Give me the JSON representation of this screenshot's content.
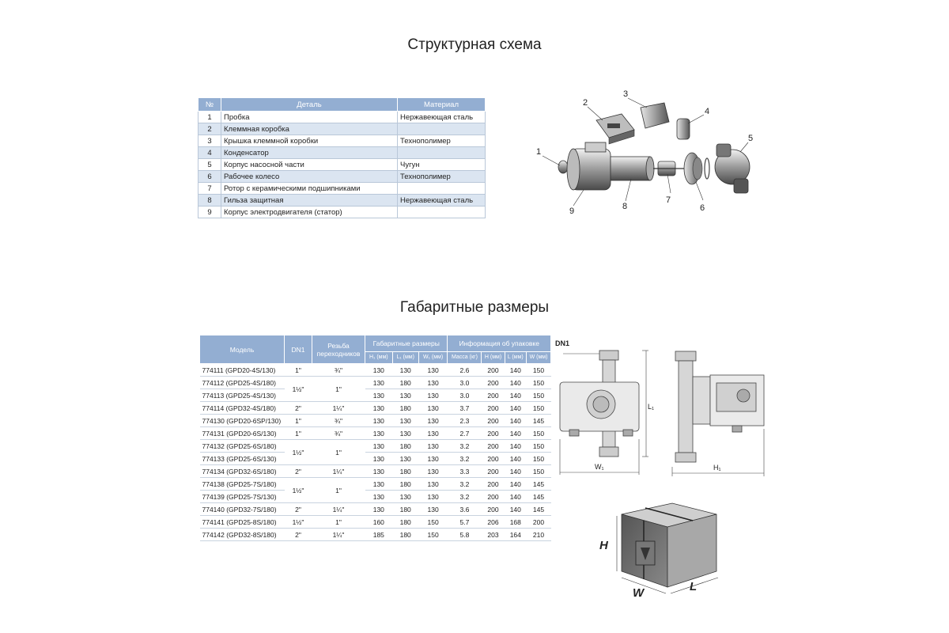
{
  "titles": {
    "structure": "Структурная схема",
    "dimensions": "Габаритные размеры"
  },
  "parts_table": {
    "headers": [
      "№",
      "Деталь",
      "Материал"
    ],
    "rows": [
      {
        "n": "1",
        "part": "Пробка",
        "material": "Нержавеющая сталь"
      },
      {
        "n": "2",
        "part": "Клеммная коробка",
        "material": ""
      },
      {
        "n": "3",
        "part": "Крышка клеммной коробки",
        "material": "Технополимер"
      },
      {
        "n": "4",
        "part": "Конденсатор",
        "material": ""
      },
      {
        "n": "5",
        "part": "Корпус насосной части",
        "material": "Чугун"
      },
      {
        "n": "6",
        "part": "Рабочее колесо",
        "material": "Технополимер"
      },
      {
        "n": "7",
        "part": "Ротор с керамическими подшипниками",
        "material": ""
      },
      {
        "n": "8",
        "part": "Гильза защитная",
        "material": "Нержавеющая сталь"
      },
      {
        "n": "9",
        "part": "Корпус электродвигателя (статор)",
        "material": ""
      }
    ]
  },
  "exploded_labels": [
    "1",
    "2",
    "3",
    "4",
    "5",
    "6",
    "7",
    "8",
    "9"
  ],
  "dim_table": {
    "headers": {
      "model": "Модель",
      "dn1": "DN1",
      "thread": "Резьба переходников",
      "overall": "Габаритные размеры",
      "pack": "Информация об упаковке",
      "h1": "H₁ (мм)",
      "l1": "L₁ (мм)",
      "w1": "W₁ (мм)",
      "mass": "Масса (кг)",
      "h": "H (мм)",
      "l": "L (мм)",
      "w": "W (мм)"
    },
    "groups": [
      {
        "dn1": "1\"",
        "thread": "¾\"",
        "rows": [
          {
            "model": "774111 (GPD20-4S/130)",
            "h1": "130",
            "l1": "130",
            "w1": "130",
            "mass": "2.6",
            "h": "200",
            "l": "140",
            "w": "150"
          }
        ]
      },
      {
        "dn1": "1½\"",
        "thread": "1\"",
        "rows": [
          {
            "model": "774112 (GPD25-4S/180)",
            "h1": "130",
            "l1": "180",
            "w1": "130",
            "mass": "3.0",
            "h": "200",
            "l": "140",
            "w": "150"
          },
          {
            "model": "774113 (GPD25-4S/130)",
            "h1": "130",
            "l1": "130",
            "w1": "130",
            "mass": "3.0",
            "h": "200",
            "l": "140",
            "w": "150"
          }
        ]
      },
      {
        "dn1": "2\"",
        "thread": "1¼\"",
        "rows": [
          {
            "model": "774114 (GPD32-4S/180)",
            "h1": "130",
            "l1": "180",
            "w1": "130",
            "mass": "3.7",
            "h": "200",
            "l": "140",
            "w": "150"
          }
        ]
      },
      {
        "dn1": "1\"",
        "thread": "¾\"",
        "rows": [
          {
            "model": "774130 (GPD20-6SP/130)",
            "h1": "130",
            "l1": "130",
            "w1": "130",
            "mass": "2.3",
            "h": "200",
            "l": "140",
            "w": "145"
          }
        ]
      },
      {
        "dn1": "1\"",
        "thread": "¾\"",
        "rows": [
          {
            "model": "774131 (GPD20-6S/130)",
            "h1": "130",
            "l1": "130",
            "w1": "130",
            "mass": "2.7",
            "h": "200",
            "l": "140",
            "w": "150"
          }
        ]
      },
      {
        "dn1": "1½\"",
        "thread": "1\"",
        "rows": [
          {
            "model": "774132 (GPD25-6S/180)",
            "h1": "130",
            "l1": "180",
            "w1": "130",
            "mass": "3.2",
            "h": "200",
            "l": "140",
            "w": "150"
          },
          {
            "model": "774133 (GPD25-6S/130)",
            "h1": "130",
            "l1": "130",
            "w1": "130",
            "mass": "3.2",
            "h": "200",
            "l": "140",
            "w": "150"
          }
        ]
      },
      {
        "dn1": "2\"",
        "thread": "1¼\"",
        "rows": [
          {
            "model": "774134 (GPD32-6S/180)",
            "h1": "130",
            "l1": "180",
            "w1": "130",
            "mass": "3.3",
            "h": "200",
            "l": "140",
            "w": "150"
          }
        ]
      },
      {
        "dn1": "1½\"",
        "thread": "1\"",
        "rows": [
          {
            "model": "774138 (GPD25-7S/180)",
            "h1": "130",
            "l1": "180",
            "w1": "130",
            "mass": "3.2",
            "h": "200",
            "l": "140",
            "w": "145"
          },
          {
            "model": "774139 (GPD25-7S/130)",
            "h1": "130",
            "l1": "130",
            "w1": "130",
            "mass": "3.2",
            "h": "200",
            "l": "140",
            "w": "145"
          }
        ]
      },
      {
        "dn1": "2\"",
        "thread": "1¼\"",
        "rows": [
          {
            "model": "774140 (GPD32-7S/180)",
            "h1": "130",
            "l1": "180",
            "w1": "130",
            "mass": "3.6",
            "h": "200",
            "l": "140",
            "w": "145"
          }
        ]
      },
      {
        "dn1": "1½\"",
        "thread": "1\"",
        "rows": [
          {
            "model": "774141 (GPD25-8S/180)",
            "h1": "160",
            "l1": "180",
            "w1": "150",
            "mass": "5.7",
            "h": "206",
            "l": "168",
            "w": "200"
          }
        ]
      },
      {
        "dn1": "2\"",
        "thread": "1¼\"",
        "rows": [
          {
            "model": "774142 (GPD32-8S/180)",
            "h1": "185",
            "l1": "180",
            "w1": "150",
            "mass": "5.8",
            "h": "203",
            "l": "164",
            "w": "210"
          }
        ]
      }
    ]
  },
  "drawing_labels": {
    "dn1": "DN1",
    "l1": "L₁",
    "w1": "W₁",
    "h1": "H₁"
  },
  "box_labels": {
    "h": "H",
    "w": "W",
    "l": "L"
  }
}
